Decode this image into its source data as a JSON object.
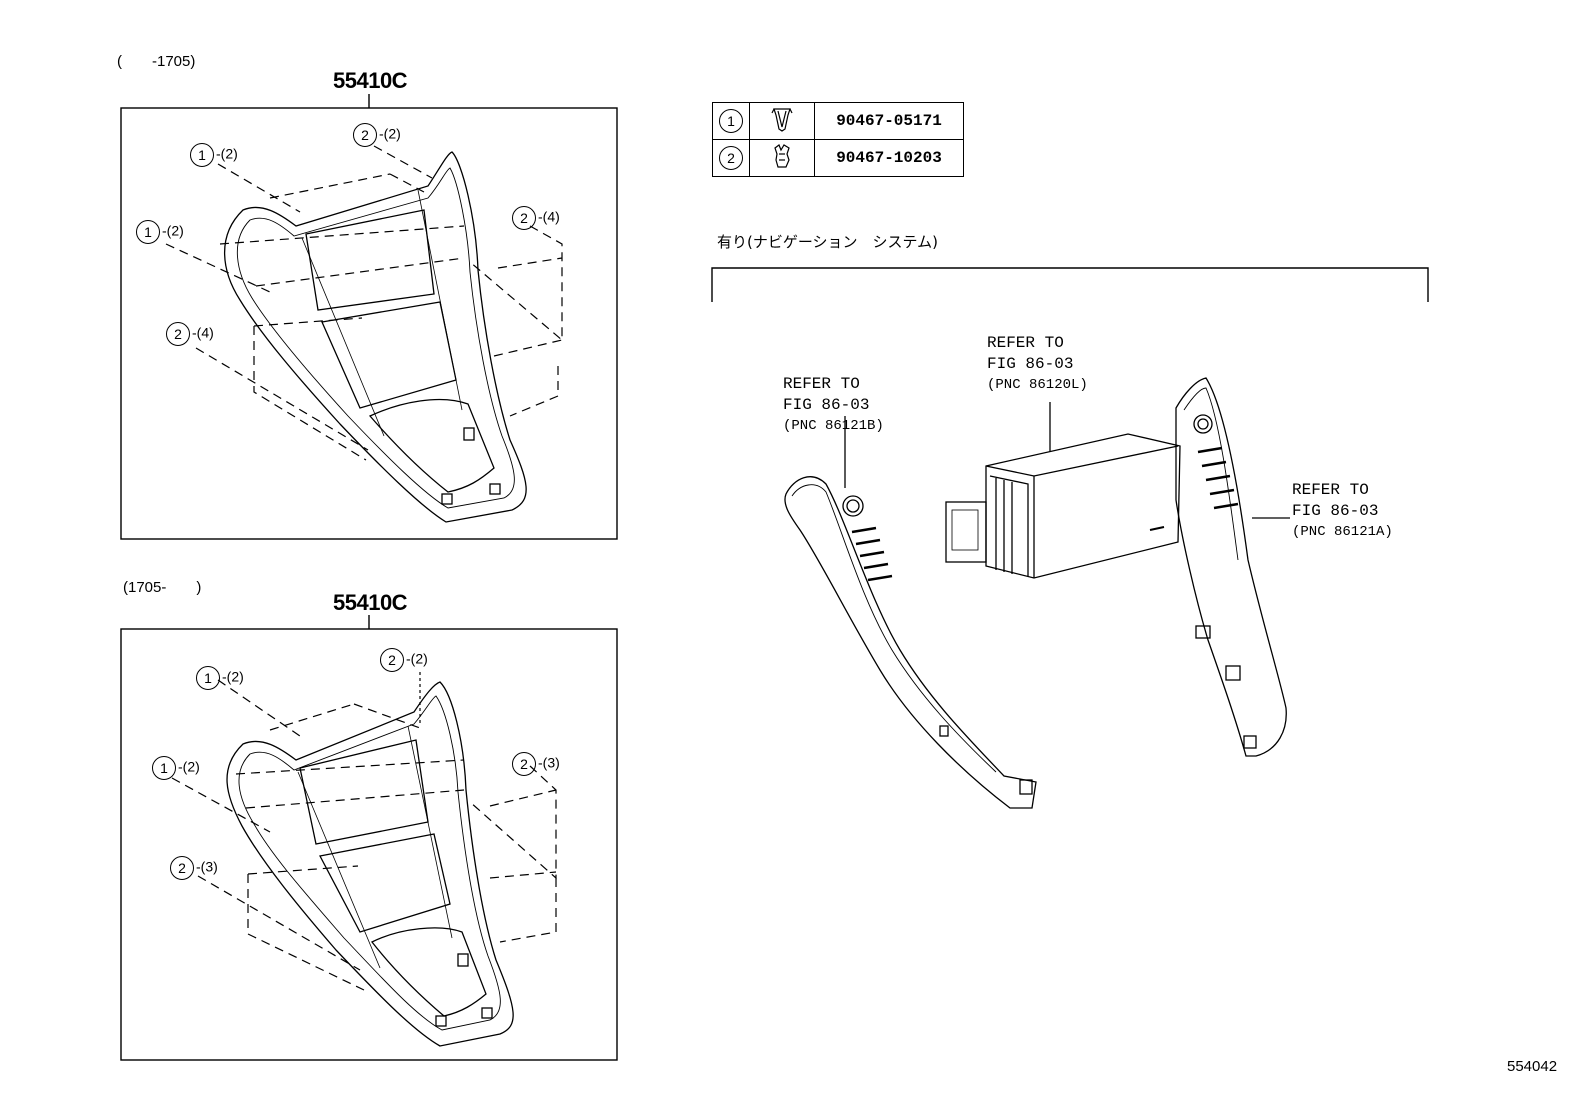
{
  "top_panel": {
    "range": "(　　-1705)",
    "part_number": "55410C",
    "callouts": [
      {
        "num": "1",
        "qty": "-(2)"
      },
      {
        "num": "2",
        "qty": "-(2)"
      },
      {
        "num": "1",
        "qty": "-(2)"
      },
      {
        "num": "2",
        "qty": "-(4)"
      },
      {
        "num": "2",
        "qty": "-(4)"
      }
    ]
  },
  "bottom_panel": {
    "range": "(1705-　　)",
    "part_number": "55410C",
    "callouts": [
      {
        "num": "1",
        "qty": "-(2)"
      },
      {
        "num": "2",
        "qty": "-(2)"
      },
      {
        "num": "1",
        "qty": "-(2)"
      },
      {
        "num": "2",
        "qty": "-(3)"
      },
      {
        "num": "2",
        "qty": "-(3)"
      }
    ]
  },
  "clip_table": [
    {
      "num": "1",
      "icon": "clip-icon",
      "part_no": "90467-05171"
    },
    {
      "num": "2",
      "icon": "clip-icon",
      "part_no": "90467-10203"
    }
  ],
  "navigation_label": "有り(ナビゲーション　システム)",
  "references": [
    {
      "line1": "REFER TO",
      "line2": "FIG 86-03",
      "pnc": "(PNC 86121B)"
    },
    {
      "line1": "REFER TO",
      "line2": "FIG 86-03",
      "pnc": "(PNC 86120L)"
    },
    {
      "line1": "REFER TO",
      "line2": "FIG 86-03",
      "pnc": "(PNC 86121A)"
    }
  ],
  "figure_number": "554042"
}
